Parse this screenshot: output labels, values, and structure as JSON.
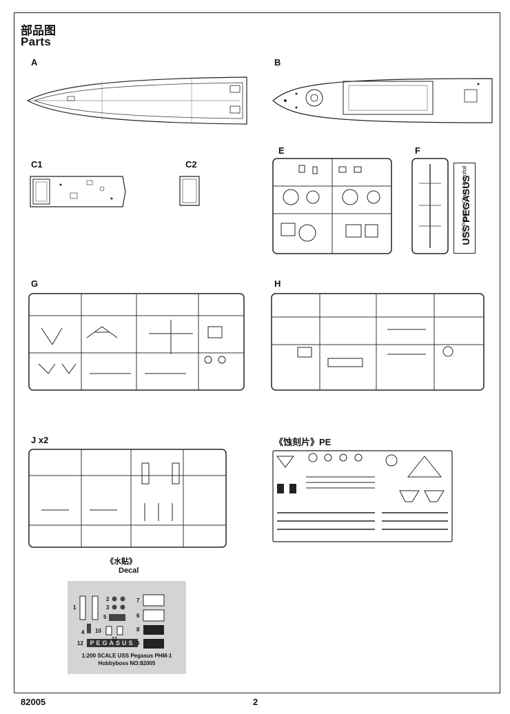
{
  "header": {
    "title_cn": "部品图",
    "title_en": "Parts"
  },
  "parts": {
    "a": "A",
    "b": "B",
    "c1": "C1",
    "c2": "C2",
    "e": "E",
    "f": "F",
    "g": "G",
    "h": "H",
    "j": "J x2",
    "pe": "《蚀刻片》PE"
  },
  "sprue_f_text": {
    "line1": "1:200  Pegasus-Class  Hydrofoil",
    "line2": "USS  PEGASUS"
  },
  "decal": {
    "title_cn": "《水贴》",
    "title_en": "Decal",
    "numbers": [
      "1",
      "2",
      "3",
      "4",
      "5",
      "6",
      "7",
      "8",
      "9",
      "10",
      "11",
      "12"
    ],
    "name_strip": "PEGASUS",
    "caption1": "1:200 SCALE  USS Pegasus PHM-1",
    "caption2": "Hobbyboss  NO:82005"
  },
  "footer": {
    "code": "82005",
    "page": "2"
  }
}
